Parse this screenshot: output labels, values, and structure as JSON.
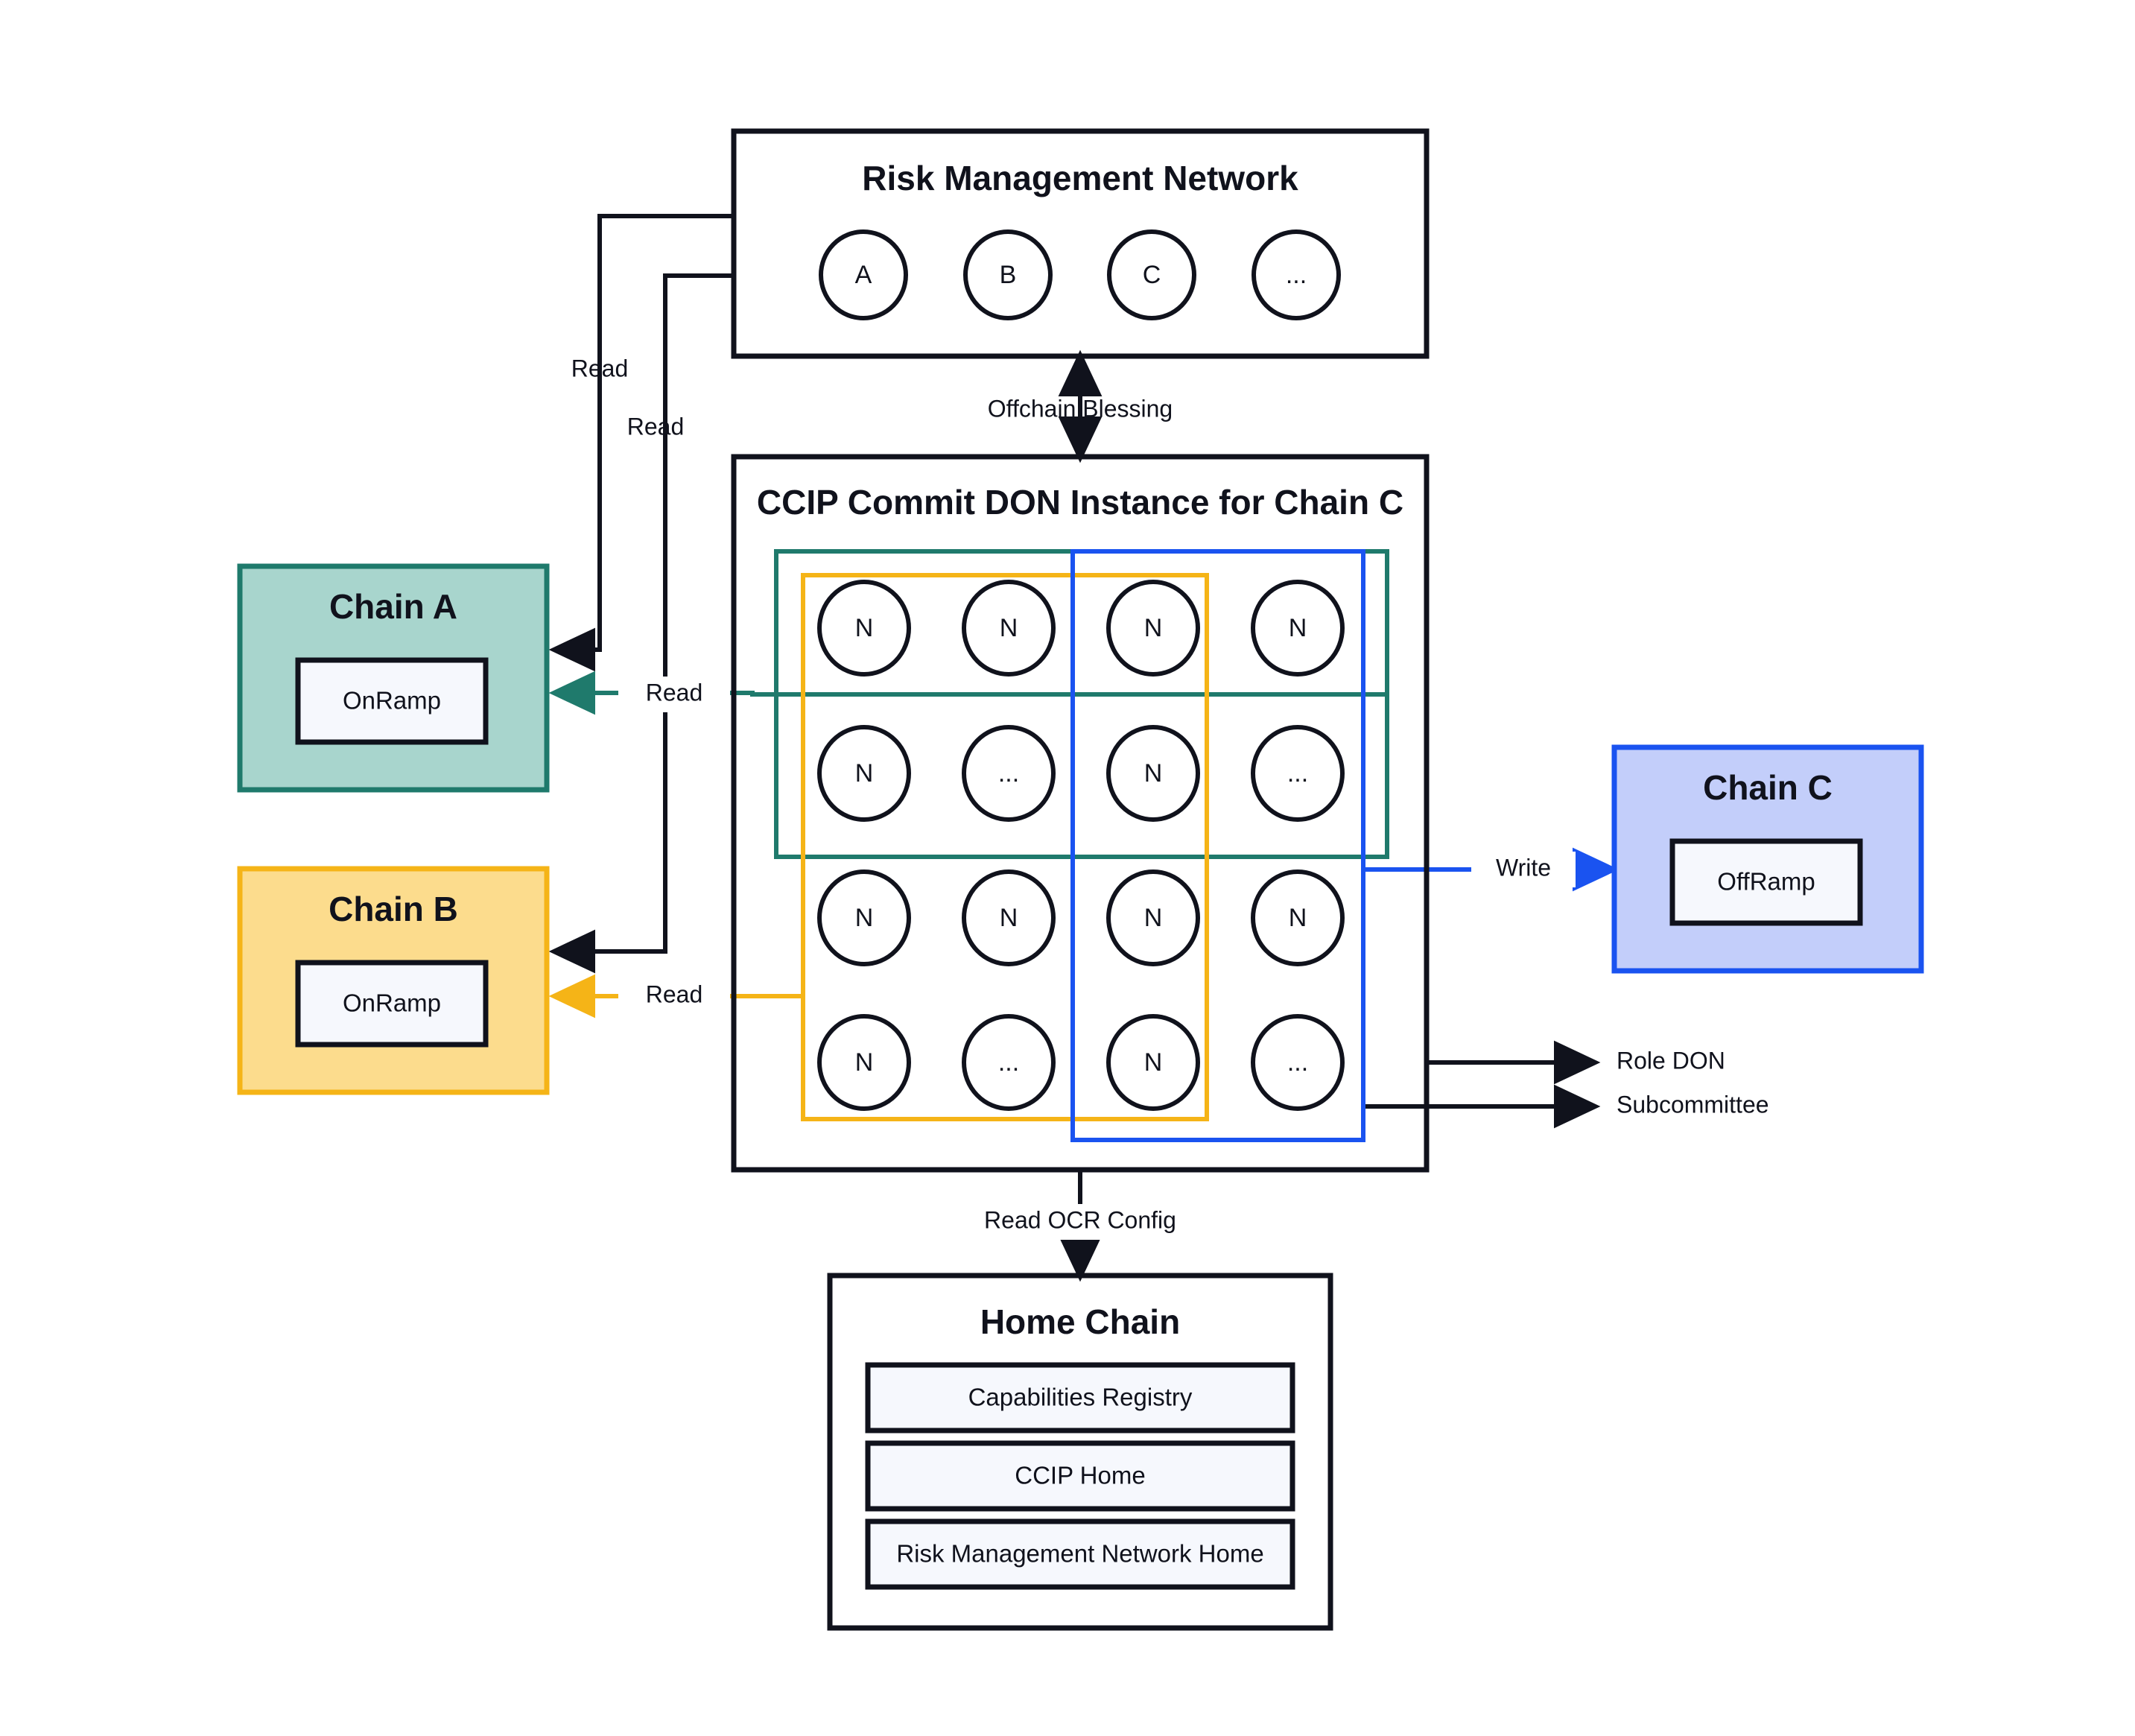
{
  "diagram": {
    "background": "#ffffff",
    "palette": {
      "ink": "#10121c",
      "teal_stroke": "#1f7a6c",
      "teal_fill": "#a8d5cd",
      "orange_stroke": "#f5b417",
      "orange_fill": "#fcdc8d",
      "blue_stroke": "#1a53f0",
      "blue_fill": "#c3cefa",
      "panel_fill": "#f6f8fd"
    }
  },
  "risk_management_network": {
    "title": "Risk Management Network",
    "nodes": [
      {
        "label": "A"
      },
      {
        "label": "B"
      },
      {
        "label": "C"
      },
      {
        "label": "..."
      }
    ]
  },
  "commit_don": {
    "title": "CCIP Commit DON Instance for Chain C",
    "grid": [
      [
        "N",
        "N",
        "N",
        "N"
      ],
      [
        "N",
        "...",
        "N",
        "..."
      ],
      [
        "N",
        "N",
        "N",
        "N"
      ],
      [
        "N",
        "...",
        "N",
        "..."
      ]
    ],
    "groups": [
      {
        "name": "teal-group",
        "color": "#1f7a6c"
      },
      {
        "name": "orange-group",
        "color": "#f5b417"
      },
      {
        "name": "blue-group",
        "color": "#1a53f0"
      }
    ]
  },
  "chain_a": {
    "title": "Chain A",
    "contract": "OnRamp",
    "fill": "#a8d5cd",
    "stroke": "#1f7a6c"
  },
  "chain_b": {
    "title": "Chain B",
    "contract": "OnRamp",
    "fill": "#fcdc8d",
    "stroke": "#f5b417"
  },
  "chain_c": {
    "title": "Chain C",
    "contract": "OffRamp",
    "fill": "#c3cefa",
    "stroke": "#1a53f0"
  },
  "home_chain": {
    "title": "Home Chain",
    "items": [
      {
        "label": "Capabilities Registry"
      },
      {
        "label": "CCIP Home"
      },
      {
        "label": "Risk Management Network Home"
      }
    ]
  },
  "edges": {
    "offchain_blessing": "Offchain Blessing",
    "rmn_read_chain_a": "Read",
    "rmn_read_chain_b": "Read",
    "don_read_chain_a": "Read",
    "don_read_chain_b": "Read",
    "don_write_chain_c": "Write",
    "read_ocr_config": "Read OCR Config"
  },
  "legend": {
    "role_don": "Role DON",
    "subcommittee": "Subcommittee"
  }
}
